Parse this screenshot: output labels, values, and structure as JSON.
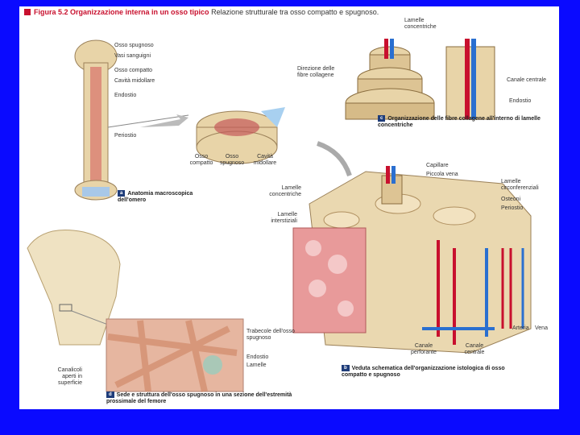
{
  "header": {
    "figure_number": "Figura 5.2",
    "title": "Organizzazione interna in un osso tipico",
    "subtitle": "Relazione strutturale tra osso compatto e spugnoso."
  },
  "labels": {
    "humerus": [
      "Osso spugnoso",
      "Vasi sanguigni",
      "Osso compatto",
      "Cavità midollare",
      "Endostio",
      "Periostio"
    ],
    "cross_section": [
      "Osso compatto",
      "Osso spugnoso",
      "Cavità midollare"
    ],
    "lamellae": [
      "Lamelle concentriche",
      "Direzione delle fibre collagene",
      "Canale centrale",
      "Endostio"
    ],
    "block": [
      "Capillare",
      "Piccola vena",
      "Lamelle concentriche",
      "Lamelle interstiziali",
      "Lamelle circonferenziali",
      "Osteoni",
      "Periostio",
      "Arteria",
      "Vena",
      "Canale perforante",
      "Canale centrale"
    ],
    "spongy": [
      "Trabecole dell'osso spugnoso",
      "Endostio",
      "Lamelle",
      "Canalicoli aperti in superficie"
    ]
  },
  "captions": {
    "a": {
      "tag": "a",
      "text": "Anatomia macroscopica dell'omero"
    },
    "b": {
      "tag": "b",
      "text": "Veduta schematica dell'organizzazione istologica di osso compatto e spugnoso"
    },
    "c": {
      "tag": "c",
      "text": "Organizzazione delle fibre collagene all'interno di lamelle concentriche"
    },
    "d": {
      "tag": "d",
      "text": "Sede e struttura dell'osso spugnoso in una sezione dell'estremità prossimale del femore"
    }
  },
  "colors": {
    "background": "#0a0aff",
    "bone": "#e8d4a8",
    "red": "#c8102e",
    "blue": "#2a6fd0",
    "spongy_pink": "#e89a9a"
  }
}
